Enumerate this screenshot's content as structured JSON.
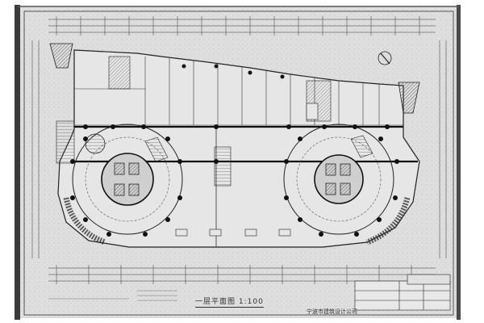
{
  "drawing": {
    "title": "一层平面图",
    "scale": "1:100",
    "company": "宁波市建筑设计公司"
  },
  "colors": {
    "paper": "#dcdcdc",
    "paper_light": "#e8e8e8",
    "ink": "#2a2a2a",
    "column": "#111111",
    "scan_edge": "#3a3a3a"
  }
}
